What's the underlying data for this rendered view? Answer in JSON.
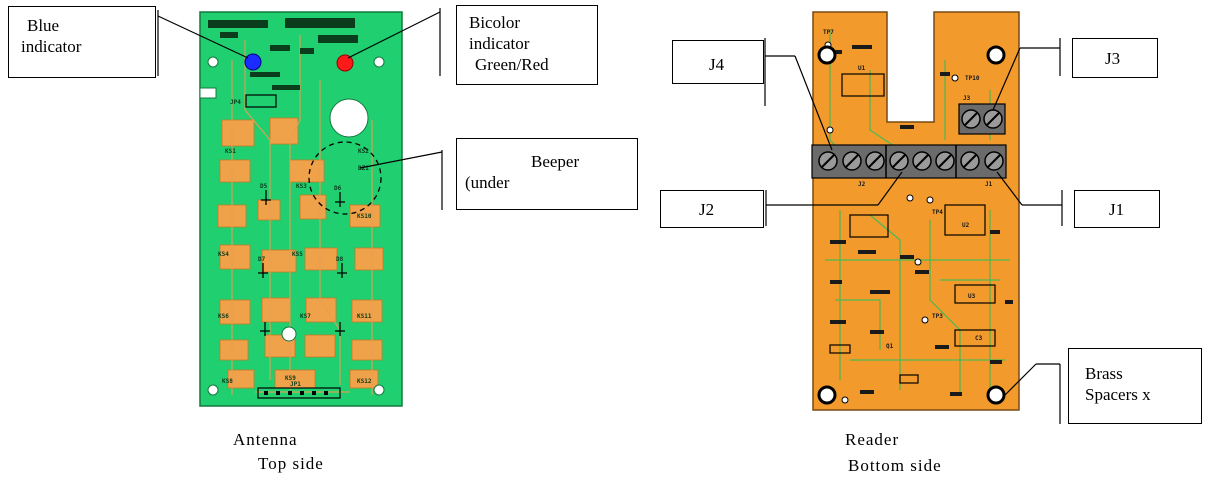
{
  "antenna": {
    "caption_line1": "Antenna",
    "caption_line2": "Top side",
    "labels": {
      "blue_indicator_1": "Blue",
      "blue_indicator_2": "indicator",
      "bicolor_1": "Bicolor",
      "bicolor_2": "indicator",
      "bicolor_3": "Green/Red",
      "beeper_1": "Beeper",
      "beeper_2": "(under"
    },
    "silk": [
      "JP4",
      "KS1",
      "KS2",
      "KS3",
      "KS4",
      "KS5",
      "KS6",
      "KS7",
      "KS8",
      "KS9",
      "KS10",
      "KS11",
      "KS12",
      "D5",
      "D6",
      "D7",
      "D8",
      "BZ1",
      "JP1"
    ]
  },
  "reader": {
    "caption_line1": "Reader",
    "caption_line2": "Bottom side",
    "labels": {
      "j4": "J4",
      "j3": "J3",
      "j2": "J2",
      "j1": "J1",
      "brass_1": "Brass",
      "brass_2": "Spacers x"
    },
    "silk": [
      "TP7",
      "U1",
      "TP10",
      "J3",
      "J2",
      "J1",
      "TP4",
      "U2",
      "U3",
      "TP3",
      "Q1",
      "C3"
    ]
  },
  "colors": {
    "antenna_board": "#1fcf70",
    "antenna_pads": "#f0a24a",
    "reader_board": "#f29a2c",
    "reader_traces": "#2bbf5a",
    "blue_led": "#1a2cff",
    "red_led": "#ff1a1a"
  }
}
